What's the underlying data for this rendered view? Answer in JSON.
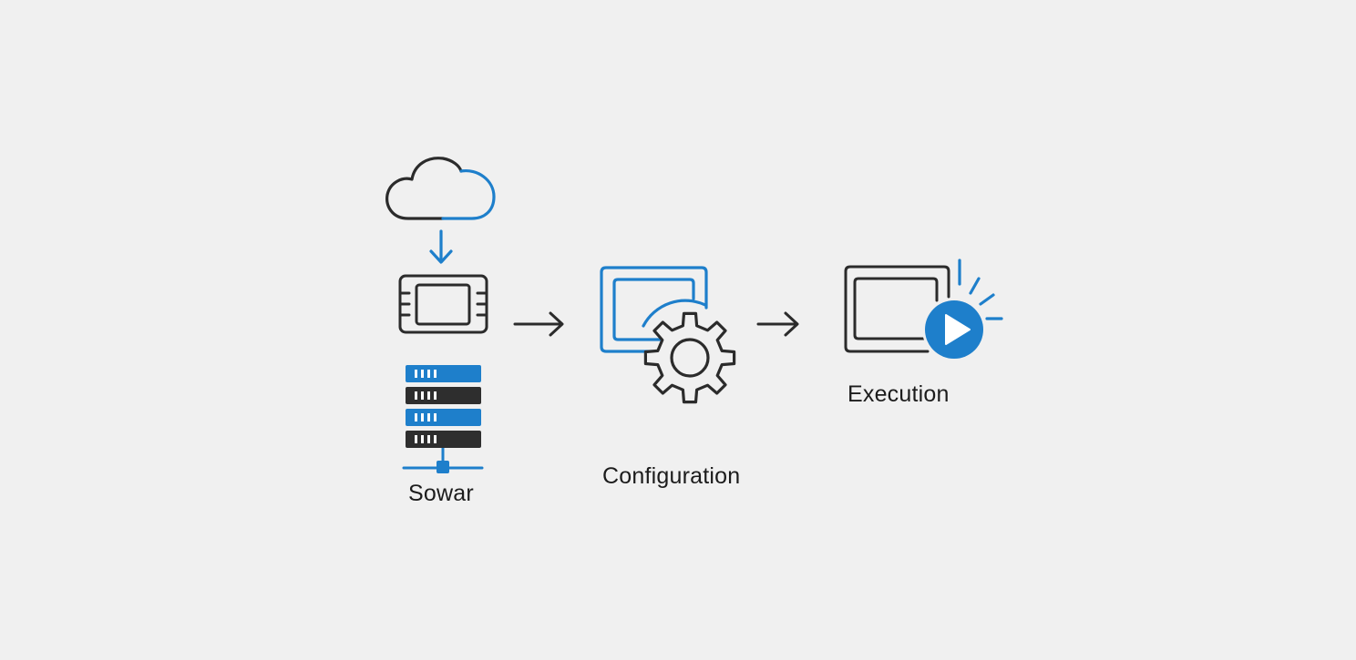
{
  "colors": {
    "background": "#f0f0f0",
    "stroke_dark": "#2b2b2b",
    "accent_blue": "#1e7fcb",
    "rack_dark": "#2e2e2e",
    "label_text": "#1c1c1c"
  },
  "nodes": [
    {
      "id": "source",
      "label": "Sowar",
      "icons": [
        "cloud-icon",
        "download-arrow-icon",
        "device-board-icon",
        "server-rack-icon",
        "network-connector-icon"
      ]
    },
    {
      "id": "configuration",
      "label": "Configuration",
      "icons": [
        "window-icon",
        "gear-icon"
      ]
    },
    {
      "id": "execution",
      "label": "Execution",
      "icons": [
        "window-icon",
        "play-button-icon",
        "signal-rays-icon"
      ]
    }
  ],
  "edges": [
    {
      "from": "source",
      "to": "configuration",
      "icon": "arrow-right-icon"
    },
    {
      "from": "configuration",
      "to": "execution",
      "icon": "arrow-right-icon"
    }
  ]
}
